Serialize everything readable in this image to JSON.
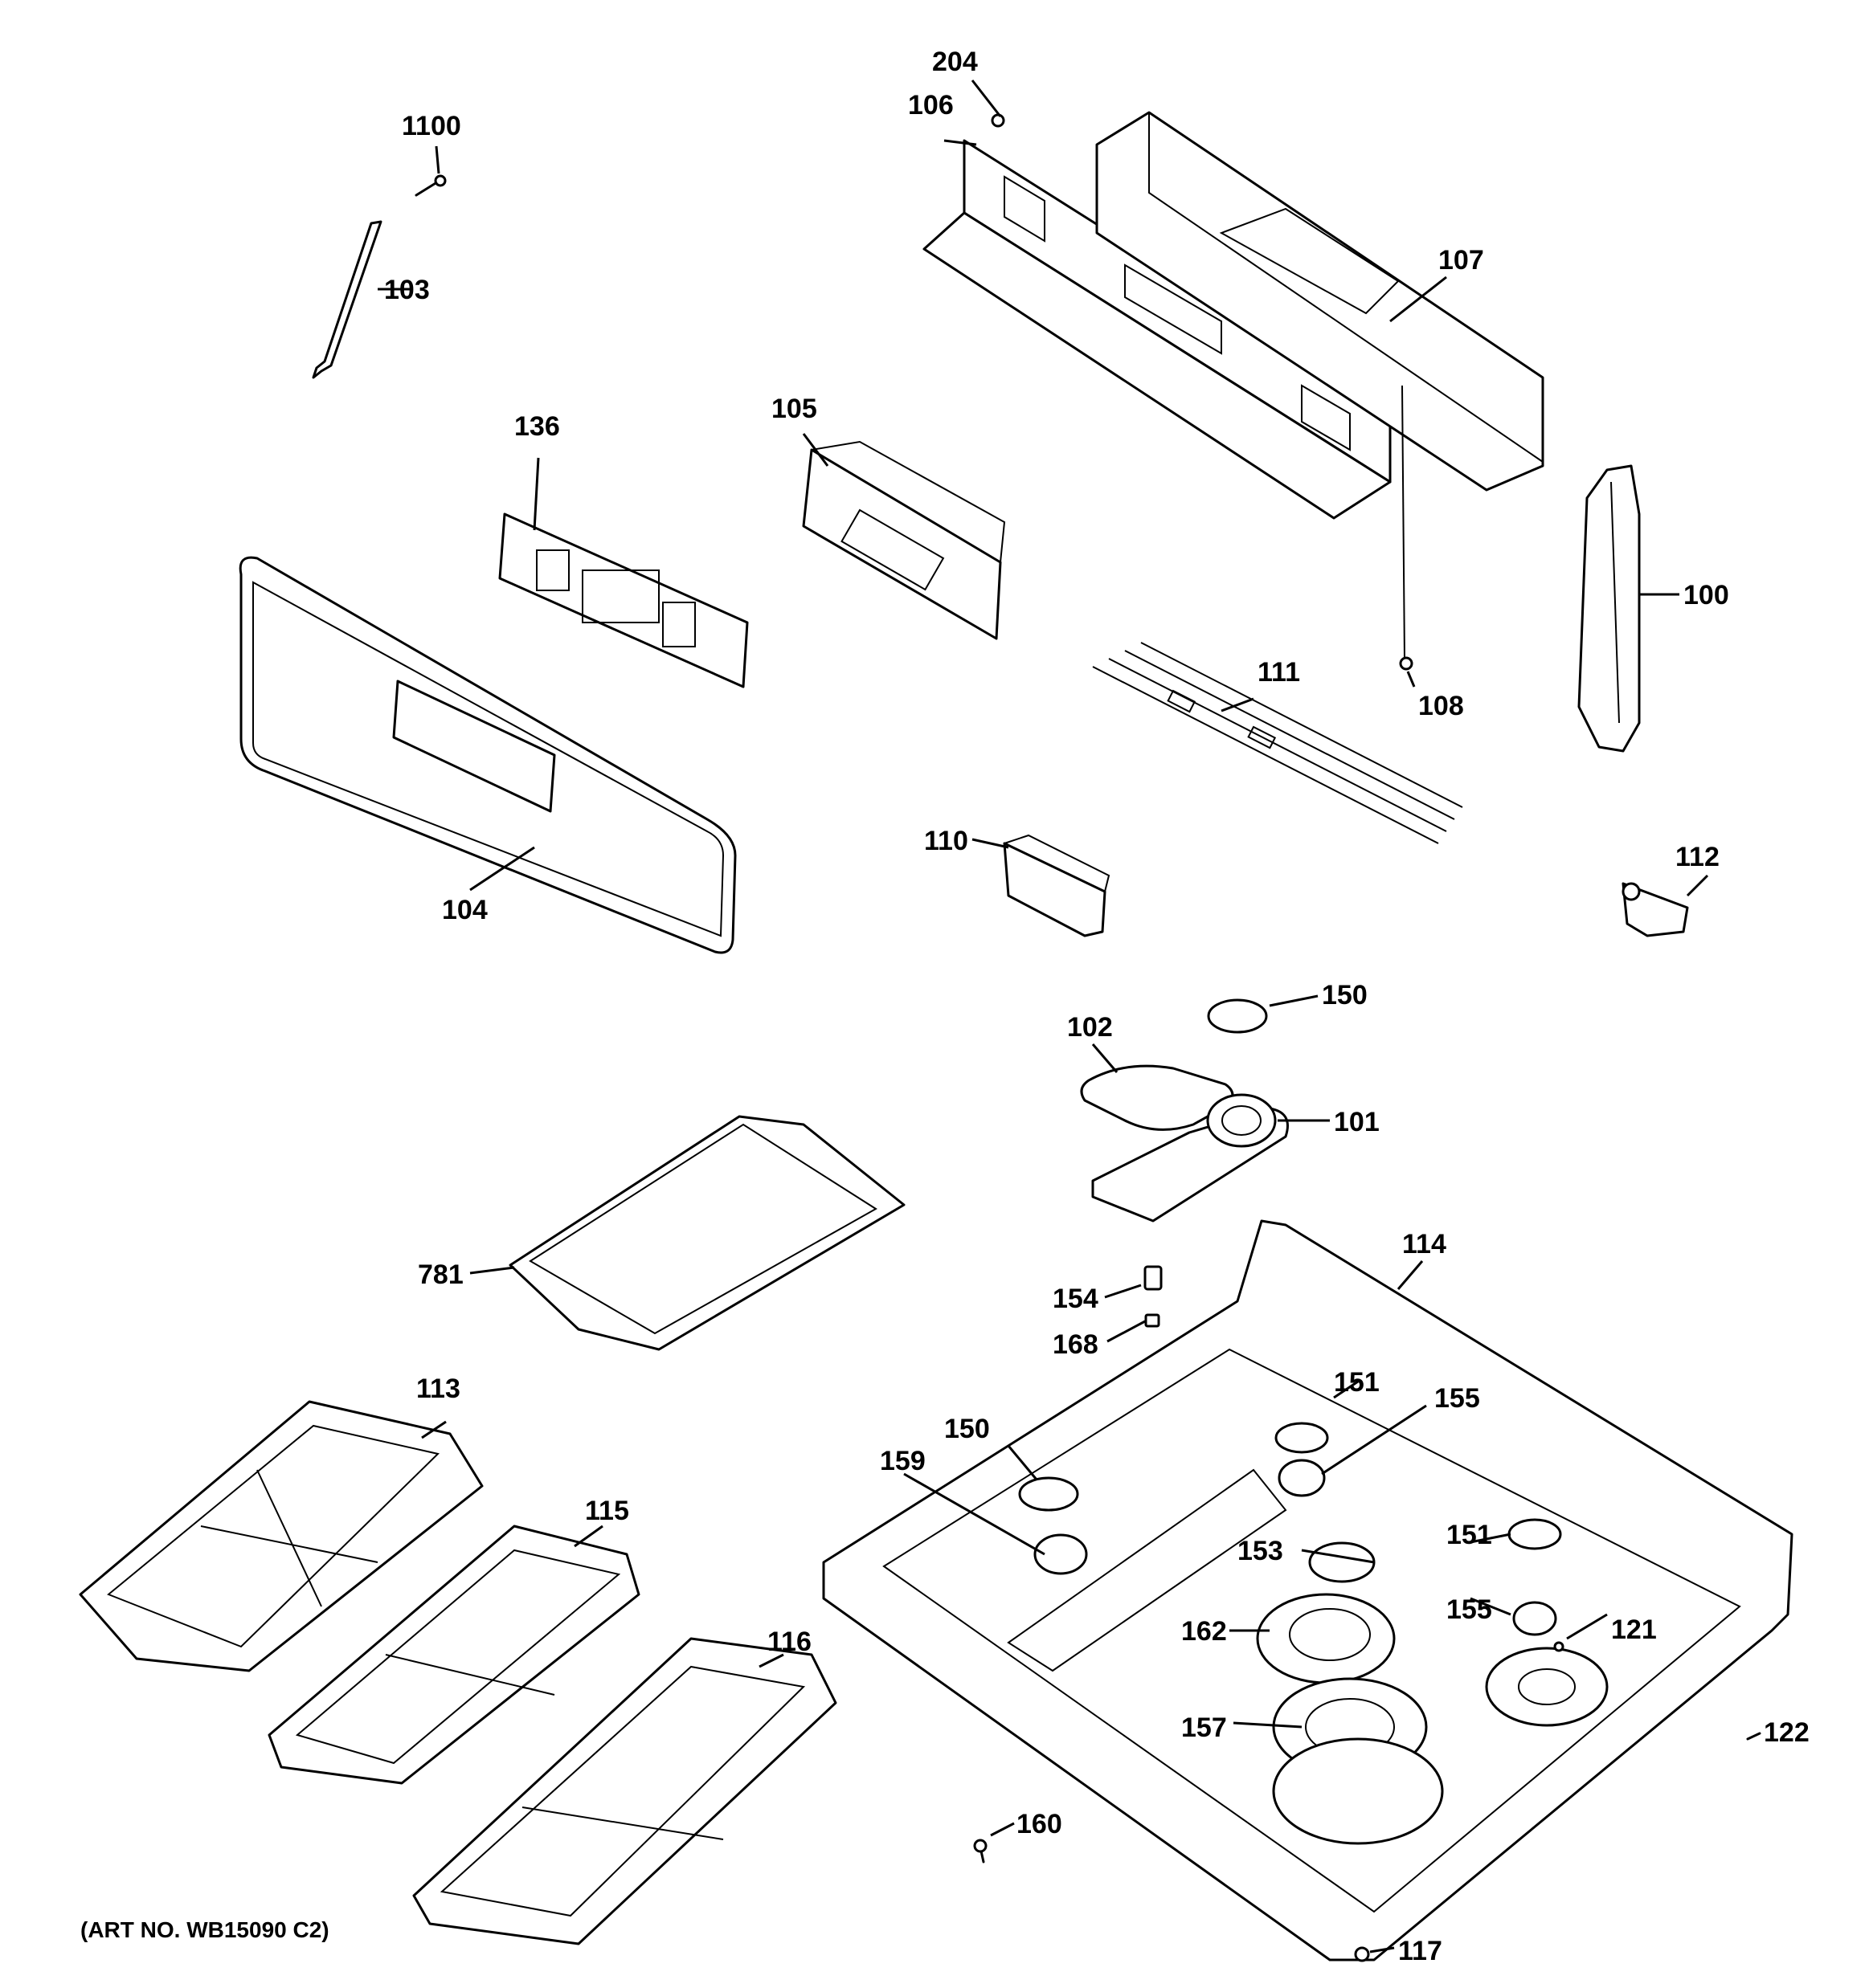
{
  "diagram": {
    "art_number": "(ART NO. WB15090 C2)",
    "callouts": {
      "c100": "100",
      "c101": "101",
      "c102": "102",
      "c103": "103",
      "c104": "104",
      "c105": "105",
      "c106": "106",
      "c107": "107",
      "c108": "108",
      "c110": "110",
      "c111": "111",
      "c112": "112",
      "c113": "113",
      "c114": "114",
      "c115": "115",
      "c116": "116",
      "c117": "117",
      "c121": "121",
      "c122": "122",
      "c136": "136",
      "c150a": "150",
      "c150b": "150",
      "c151a": "151",
      "c151b": "151",
      "c153": "153",
      "c154": "154",
      "c155a": "155",
      "c155b": "155",
      "c157": "157",
      "c159": "159",
      "c160": "160",
      "c162": "162",
      "c168": "168",
      "c204": "204",
      "c781": "781",
      "c1100": "1100"
    }
  }
}
